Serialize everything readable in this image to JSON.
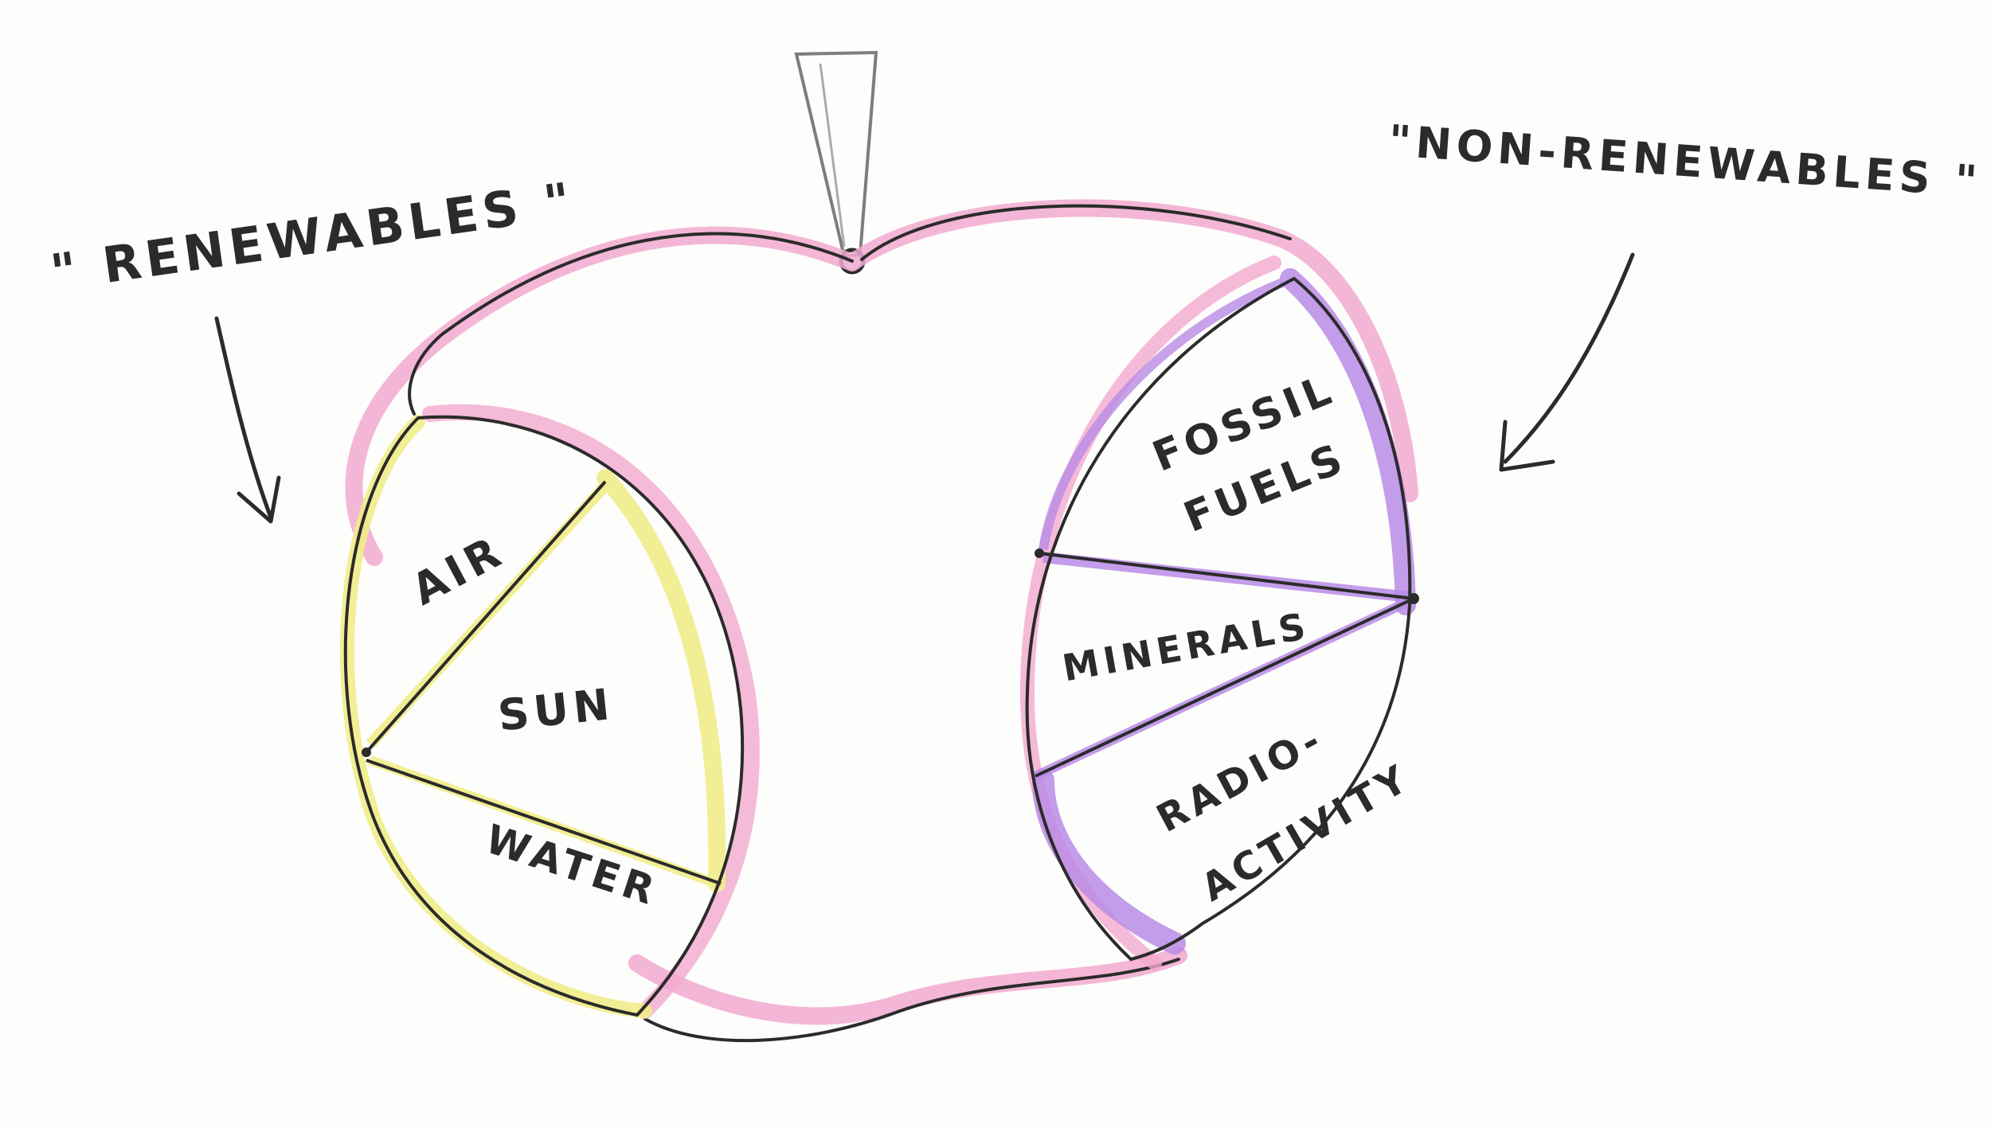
{
  "labels": {
    "renewables": "\" RENEWABLES \"",
    "non_renewables": "\"NON-RENEWABLES \""
  },
  "renewables": {
    "segments": [
      "AIR",
      "SUN",
      "WATER"
    ]
  },
  "non_renewables": {
    "segments": [
      "FOSSIL",
      "FUELS",
      "MINERALS",
      "RADIO-",
      "ACTIVITY"
    ]
  },
  "colors": {
    "apple_outline": "#f2a9cf",
    "renewables_fill_accent": "#f1ec8a",
    "non_renewables_fill_accent": "#b98be6",
    "ink": "#2b2b2b",
    "stem": "#9a9a9a"
  }
}
